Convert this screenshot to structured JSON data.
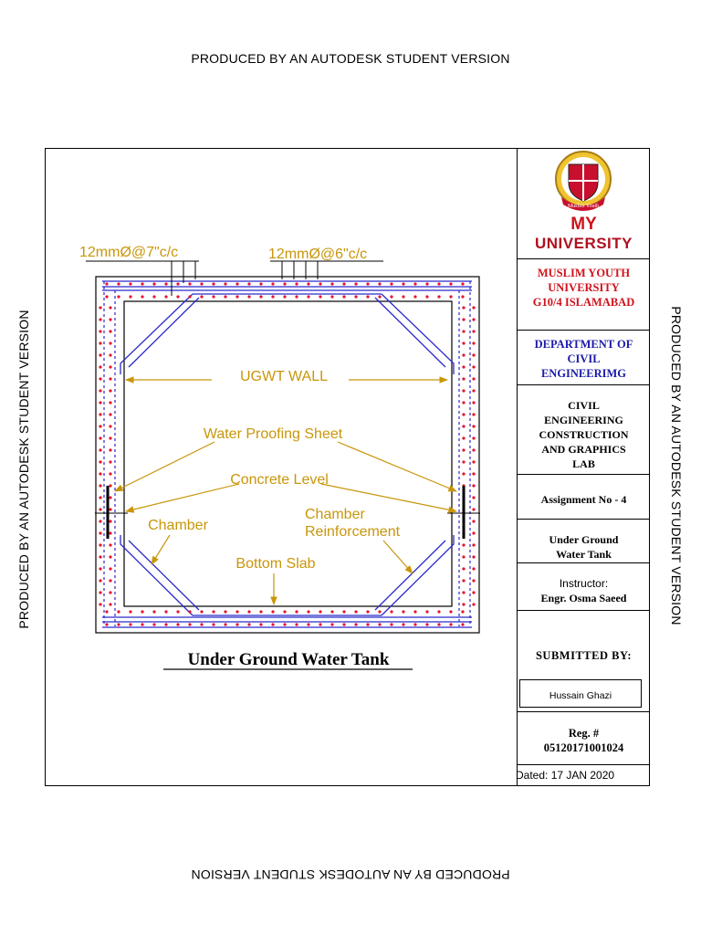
{
  "watermark": {
    "top": "PRODUCED BY AN AUTODESK STUDENT VERSION",
    "bottom": "PRODUCED BY AN AUTODESK STUDENT VERSION",
    "left": "PRODUCED BY AN AUTODESK STUDENT VERSION",
    "right": "PRODUCED BY AN AUTODESK STUDENT VERSION"
  },
  "drawing": {
    "title": "Under Ground Water Tank",
    "rebar_label_1": "12mmØ@7\"c/c",
    "rebar_label_2": "12mmØ@6\"c/c",
    "ugwt_wall": "UGWT WALL",
    "water_proofing": "Water Proofing Sheet",
    "concrete_level": "Concrete Level",
    "chamber": "Chamber",
    "chamber_reinf_1": "Chamber",
    "chamber_reinf_2": "Reinforcement",
    "bottom_slab": "Bottom Slab",
    "colors": {
      "annotation": "#c8960a",
      "rebar_dots": "#e8112d",
      "bars": "#2a2acc",
      "lines": "#000000"
    }
  },
  "title_block": {
    "logo_line1": "MY",
    "logo_line2": "UNIVERSITY",
    "crest_motto": "Muslim Youth",
    "university": [
      "MUSLIM YOUTH",
      "UNIVERSITY",
      "G10/4 ISLAMABAD"
    ],
    "department": [
      "DEPARTMENT OF",
      "CIVIL",
      "ENGINEERIMG"
    ],
    "lab": [
      "CIVIL",
      "ENGINEERING",
      "CONSTRUCTION",
      "AND GRAPHICS",
      "LAB"
    ],
    "assignment": "Assignment No - 4",
    "project": [
      "Under Ground",
      "Water Tank"
    ],
    "instructor_label": "Instructor:",
    "instructor_name": "Engr. Osma Saeed",
    "submitted_by": "SUBMITTED BY:",
    "student": "Hussain Ghazi",
    "reg_label": "Reg. #",
    "reg_number": "05120171001024",
    "dated": "Dated: 17 JAN 2020",
    "colors": {
      "university": "#d0121b",
      "department": "#1a1aaa",
      "logo_my": "#d0121b",
      "logo_univ": "#b01020"
    }
  }
}
